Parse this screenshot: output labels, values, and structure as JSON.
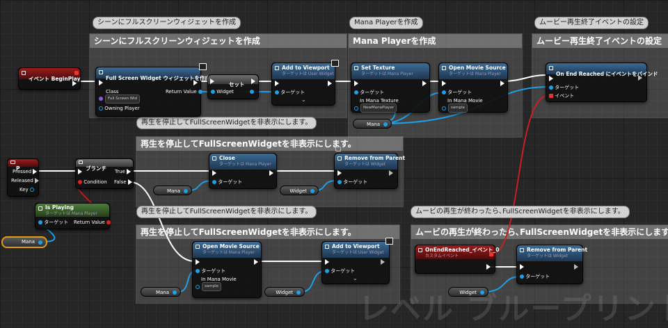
{
  "comments": {
    "create": {
      "bubble": "シーンにフルスクリーンウィジェットを作成",
      "title": "シーンにフルスクリーンウィジェットを作成"
    },
    "mana": {
      "bubble": "Mana Playerを作成",
      "title": "Mana Playerを作成"
    },
    "movieend": {
      "bubble": "ムービー再生終了イベントの設定",
      "title": "ムービー再生終了イベントの設定"
    },
    "stop1": {
      "bubble": "再生を停止してFullScreenWidgetを非表示にします。",
      "title": "再生を停止してFullScreenWidgetを非表示にします。"
    },
    "stop2": {
      "bubble": "再生を停止してFullScreenWidgetを非表示にします。",
      "title": "再生を停止してFullScreenWidgetを非表示にします。"
    },
    "hide": {
      "bubble": "ムービの再生が終わったら､FullScreenWidgetを非表示にします。",
      "title": "ムービの再生が終わったら､FullScreenWidgetを非表示にします。"
    }
  },
  "nodes": {
    "begin_play": {
      "title": "イベント BeginPlay"
    },
    "create_widget": {
      "title": "Full Screen Widget ウィジェットを作成",
      "class_label": "Class",
      "class_value": "Full Screen Wid",
      "return_label": "Return Value",
      "owning": "Owning Player"
    },
    "set": {
      "title": "セット",
      "pin": "Widget"
    },
    "add_viewport1": {
      "title": "Add to Viewport",
      "sub": "ターゲットは User Widget",
      "target": "ターゲット"
    },
    "set_texture": {
      "title": "Set Texture",
      "sub": "ターゲットは Mana Player",
      "target": "ターゲット",
      "param": "In Mana Texture",
      "value": "NewManaPlayer"
    },
    "open_source1": {
      "title": "Open Movie Source",
      "sub": "ターゲットは Mana Player",
      "target": "ターゲット",
      "param": "In Mana Movie",
      "value": "sample"
    },
    "bind": {
      "title": "On End Reached にイベントをバインド",
      "target": "ターゲット",
      "event": "イベント"
    },
    "key_p": {
      "title": "P",
      "pressed": "Pressed",
      "released": "Released",
      "key": "Key"
    },
    "branch": {
      "title": "ブランチ",
      "condition": "Condition",
      "true": "True",
      "false": "False"
    },
    "is_playing": {
      "title": "Is Playing",
      "sub": "ターゲットは Mana Player",
      "target": "ターゲット",
      "return": "Return Value"
    },
    "close": {
      "title": "Close",
      "sub": "ターゲットは Mana Player",
      "target": "ターゲット"
    },
    "remove1": {
      "title": "Remove from Parent",
      "sub": "ターゲットは Widget",
      "target": "ターゲット"
    },
    "open_source2": {
      "title": "Open Movie Source",
      "sub": "ターゲットは Mana Player",
      "target": "ターゲット",
      "param": "In Mana Movie",
      "value": "sample"
    },
    "add_viewport2": {
      "title": "Add to Viewport",
      "sub": "ターゲットは User Widget",
      "target": "ターゲット"
    },
    "on_end_event": {
      "title": "OnEndReached_イベント_0",
      "sub": "カスタムイベント"
    },
    "remove2": {
      "title": "Remove from Parent",
      "sub": "ターゲットは Widget",
      "target": "ターゲット"
    }
  },
  "variables": {
    "mana": "Mana",
    "widget": "Widget"
  },
  "watermark": "レベル ブループリント",
  "colors": {
    "exec": "#ffffff",
    "object": "#1ea0e8",
    "bool": "#e22222",
    "delegate": "#e33333",
    "event_header": "#9c1c1c"
  }
}
